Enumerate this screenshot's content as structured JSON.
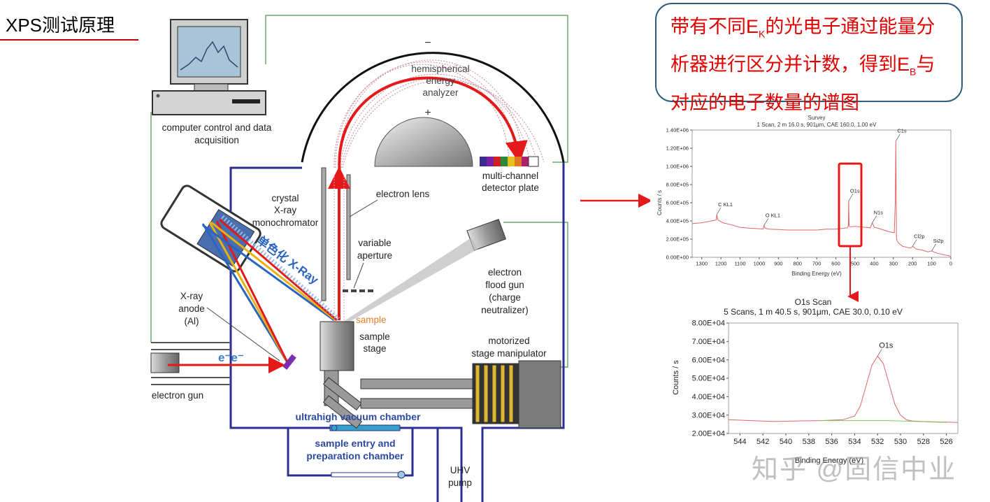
{
  "slide": {
    "title": "XPS测试原理",
    "callout": {
      "line1_a": "带有不同E",
      "line1_sub": "K",
      "line1_b": "的光电子通过能量分",
      "line2_a": "析器进行区分并计数，得到E",
      "line2_sub": "B",
      "line2_b": "与",
      "line3": "对应的电子数量的谱图"
    },
    "watermark": "知乎 @固信中业"
  },
  "diagram": {
    "labels": {
      "computer": [
        "computer control and data",
        "acquisition"
      ],
      "analyzer": [
        "hemispherical",
        "energy",
        "analyzer"
      ],
      "minus": "−",
      "plus": "+",
      "detector": [
        "multi-channel",
        "detector plate"
      ],
      "crystal": [
        "crystal",
        "X-ray",
        "monochromator"
      ],
      "lens": "electron lens",
      "aperture": [
        "variable",
        "aperture"
      ],
      "mono_xray": "单色化 X-Ray",
      "anode": [
        "X-ray",
        "anode",
        "(Al)"
      ],
      "electrons": "e⁻e⁻",
      "electron_gun": "electron gun",
      "sample": "sample",
      "stage": [
        "sample",
        "stage"
      ],
      "flood_gun": [
        "electron",
        "flood gun",
        "(charge",
        "neutralizer)"
      ],
      "manipulator": [
        "motorized",
        "stage manipulator"
      ],
      "uhv_chamber": "ultrahigh vacuum chamber",
      "entry_chamber": [
        "sample entry and",
        "preparation chamber"
      ],
      "pump": [
        "UHV",
        "pump"
      ]
    },
    "colors": {
      "chamber": "#2b2f8f",
      "beam": "#e41a1a",
      "wire": "#6aa86a",
      "label_blue": "#2b4aa0"
    }
  },
  "chart_data": [
    {
      "type": "line",
      "title": "Survey",
      "subtitle": "1 Scan,  2 m 16.0 s,  901μm,  CAE 160.0,  1.00 eV",
      "xlabel": "Binding Energy (eV)",
      "ylabel": "Counts / s",
      "xlim": [
        1350,
        0
      ],
      "ylim": [
        0,
        1400000
      ],
      "xticks": [
        "1300",
        "1200",
        "1100",
        "1000",
        "900",
        "800",
        "700",
        "600",
        "500",
        "400",
        "300",
        "200",
        "100",
        "0"
      ],
      "yticks": [
        "0.00E+00",
        "2.00E+05",
        "4.00E+05",
        "6.00E+05",
        "8.00E+05",
        "1.00E+06",
        "1.20E+06",
        "1.40E+06"
      ],
      "series": [
        {
          "color": "#e06666",
          "x": [
            1350,
            1300,
            1250,
            1225,
            1222,
            1215,
            1190,
            1150,
            1100,
            1050,
            1000,
            980,
            975,
            970,
            950,
            900,
            850,
            800,
            750,
            700,
            650,
            600,
            560,
            540,
            535,
            533,
            531,
            525,
            500,
            450,
            420,
            410,
            400,
            380,
            350,
            320,
            295,
            290,
            287,
            285,
            284,
            283,
            280,
            270,
            250,
            230,
            210,
            200,
            180,
            150,
            120,
            100,
            80,
            60,
            40,
            20,
            0
          ],
          "y": [
            370000,
            380000,
            400000,
            410000,
            470000,
            410000,
            380000,
            360000,
            330000,
            320000,
            315000,
            310000,
            350000,
            320000,
            310000,
            305000,
            300000,
            300000,
            300000,
            300000,
            310000,
            310000,
            320000,
            325000,
            350000,
            620000,
            340000,
            335000,
            340000,
            330000,
            325000,
            380000,
            330000,
            320000,
            300000,
            280000,
            270000,
            600000,
            1280000,
            600000,
            250000,
            200000,
            180000,
            150000,
            120000,
            110000,
            100000,
            120000,
            90000,
            80000,
            60000,
            70000,
            50000,
            40000,
            30000,
            20000,
            10000
          ]
        }
      ],
      "annotations": [
        "C KL1",
        "O KL1",
        "O1s",
        "N1s",
        "C1s",
        "Cl2p",
        "Si2p"
      ]
    },
    {
      "type": "line",
      "title": "O1s Scan",
      "subtitle": "5 Scans,  1 m 40.5 s,  901μm,  CAE 30.0,  0.10 eV",
      "xlabel": "Binding Energy (eV)",
      "ylabel": "Counts / s",
      "xlim": [
        545,
        525
      ],
      "ylim": [
        20000,
        80000
      ],
      "xticks": [
        "544",
        "542",
        "540",
        "538",
        "536",
        "534",
        "532",
        "530",
        "528",
        "526"
      ],
      "yticks": [
        "2.00E+04",
        "3.00E+04",
        "4.00E+04",
        "5.00E+04",
        "6.00E+04",
        "7.00E+04",
        "8.00E+04"
      ],
      "series": [
        {
          "color": "#e06666",
          "x": [
            545,
            543,
            541,
            539,
            537,
            535,
            534,
            533.5,
            533,
            532.5,
            532,
            531.5,
            531,
            530.5,
            530,
            529.5,
            529,
            528,
            527,
            526,
            525
          ],
          "y": [
            27500,
            27000,
            26500,
            26800,
            27000,
            27500,
            29500,
            35000,
            46000,
            57000,
            62000,
            58000,
            47000,
            36000,
            30000,
            27500,
            26800,
            26500,
            26300,
            26200,
            26000
          ]
        },
        {
          "color": "#7ccd5c",
          "x": [
            537,
            535,
            533,
            531,
            530,
            529,
            528,
            527,
            526
          ],
          "y": [
            27000,
            27000,
            27000,
            27000,
            26800,
            26600,
            26400,
            26200,
            26000
          ]
        }
      ],
      "annotations": [
        "O1s"
      ]
    }
  ]
}
